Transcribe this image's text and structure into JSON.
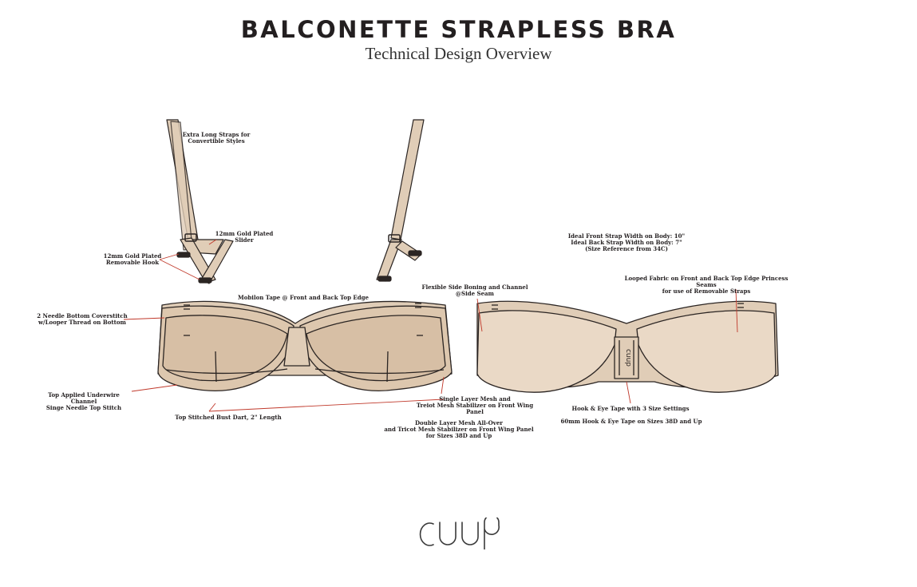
{
  "header": {
    "title": "BALCONETTE STRAPLESS BRA",
    "subtitle": "Technical Design Overview"
  },
  "colors": {
    "fabric": "#e0cdb7",
    "fabric_light": "#ead9c6",
    "cup_inner": "#d9c3ab",
    "outline": "#2b2523",
    "callout_line": "#c0392b"
  },
  "callouts": {
    "straps": "Extra Long Straps for\nConvertible Styles",
    "slider": "12mm Gold Plated\nSlider",
    "hook": "12mm Gold Plated\nRemovable Hook",
    "mobilon": "Mobilon Tape @ Front and Back Top Edge",
    "coverstitch": "2 Needle Bottom Coverstitch\nw/Looper Thread on Bottom",
    "underwire": "Top Applied Underwire Channel\nSinge Needle Top Stitch",
    "dart": "Top Stitched Bust Dart, 2\" Length",
    "boning": "Flexible Side Boning and Channel\n@Side Seam",
    "single_mesh": "Single Layer Mesh and\nTreiot Mesh Stabilizer on Front Wing Panel",
    "double_mesh": "Double Layer Mesh All-Over\nand Tricot Mesh Stabilizer on Front Wing Panel\nfor Sizes 38D and Up",
    "strap_width": "Ideal Front Strap Width on Body: 10\"\nIdeal Back Strap Width on Body: 7\"\n(Size Reference from 34C)",
    "looped_fabric": "Looped Fabric on Front and Back Top Edge Princess Seams\nfor use of Removable Straps",
    "hook_eye": "Hook & Eye Tape with 3 Size Settings",
    "hook_eye_large": "60mm Hook & Eye Tape on Sizes 38D and Up"
  },
  "brand": {
    "logo_text": "cuup"
  }
}
